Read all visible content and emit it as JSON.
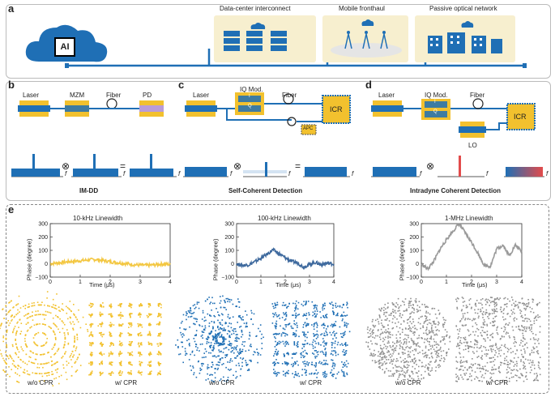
{
  "panels": {
    "a": "a",
    "b": "b",
    "c": "c",
    "d": "d",
    "e": "e"
  },
  "panel_a": {
    "cloud_label": "AI",
    "apps": [
      "Data-center interconnect",
      "Mobile fronthaul",
      "Passive optical network"
    ]
  },
  "panel_b": {
    "components": [
      "Laser",
      "MZM",
      "Fiber",
      "PD"
    ],
    "title": "IM-DD",
    "freq_symbol": "f"
  },
  "panel_c": {
    "components": [
      "Laser",
      "IQ Mod.",
      "Fiber",
      "ICR",
      "APC"
    ],
    "title": "Self-Coherent Detection",
    "freq_symbol": "f"
  },
  "panel_d": {
    "components": [
      "Laser",
      "IQ Mod.",
      "Fiber",
      "ICR",
      "LO"
    ],
    "title": "Intradyne Coherent Detection",
    "freq_symbol": "f"
  },
  "symbols": {
    "otimes": "⊗",
    "equals": "=",
    "iq_i": "I",
    "iq_q": "Q"
  },
  "colors": {
    "blue": "#1f6fb5",
    "yellow": "#f2c12e",
    "gray": "#8f8f8f",
    "red": "#e24b4b",
    "cream": "#f7efcf"
  },
  "chart_data": [
    {
      "type": "line",
      "title": "10-kHz Linewidth",
      "xlabel": "Time (μs)",
      "ylabel": "Phase (degree)",
      "xlim": [
        0,
        4
      ],
      "ylim": [
        -100,
        300
      ],
      "xticks": [
        "0",
        "1",
        "2",
        "3",
        "4"
      ],
      "yticks": [
        "300",
        "200",
        "100",
        "0",
        "−100"
      ],
      "color": "#f2c12e",
      "series": [
        {
          "x": [
            0,
            0.25,
            0.5,
            0.75,
            1,
            1.25,
            1.5,
            1.75,
            2,
            2.25,
            2.5,
            2.75,
            3,
            3.25,
            3.5,
            3.75,
            4
          ],
          "values": [
            0,
            6,
            12,
            18,
            22,
            28,
            32,
            25,
            15,
            8,
            2,
            -6,
            -10,
            -12,
            -8,
            -2,
            -5
          ]
        }
      ]
    },
    {
      "type": "line",
      "title": "100-kHz Linewidth",
      "xlabel": "Time (μs)",
      "ylabel": "Phase (degree)",
      "xlim": [
        0,
        4
      ],
      "ylim": [
        -100,
        300
      ],
      "xticks": [
        "0",
        "1",
        "2",
        "3",
        "4"
      ],
      "yticks": [
        "300",
        "200",
        "100",
        "0",
        "−100"
      ],
      "color": "#2a5a94",
      "series": [
        {
          "x": [
            0,
            0.25,
            0.5,
            0.75,
            1,
            1.25,
            1.5,
            1.75,
            2,
            2.25,
            2.5,
            2.75,
            3,
            3.25,
            3.5,
            3.75,
            4
          ],
          "values": [
            0,
            -12,
            -8,
            15,
            40,
            70,
            105,
            75,
            45,
            18,
            8,
            -25,
            -5,
            10,
            -8,
            5,
            -2
          ]
        }
      ]
    },
    {
      "type": "line",
      "title": "1-MHz Linewidth",
      "xlabel": "Time (μs)",
      "ylabel": "Phase (degree)",
      "xlim": [
        0,
        4
      ],
      "ylim": [
        -100,
        300
      ],
      "xticks": [
        "0",
        "1",
        "2",
        "3",
        "4"
      ],
      "yticks": [
        "300",
        "200",
        "100",
        "0",
        "−100"
      ],
      "color": "#8f8f8f",
      "series": [
        {
          "x": [
            0,
            0.25,
            0.5,
            0.75,
            1,
            1.25,
            1.5,
            1.75,
            2,
            2.25,
            2.5,
            2.75,
            3,
            3.25,
            3.5,
            3.75,
            4
          ],
          "values": [
            0,
            -40,
            20,
            110,
            180,
            240,
            300,
            230,
            160,
            80,
            -10,
            -20,
            110,
            140,
            60,
            140,
            90
          ]
        }
      ]
    }
  ],
  "constellations": [
    {
      "label": "w/o CPR",
      "color": "#f2c12e",
      "style": "swirl"
    },
    {
      "label": "w/ CPR",
      "color": "#f2c12e",
      "style": "grid-tight"
    },
    {
      "label": "w/o CPR",
      "color": "#1f6fb5",
      "style": "rings"
    },
    {
      "label": "w/ CPR",
      "color": "#1f6fb5",
      "style": "grid-loose"
    },
    {
      "label": "w/o CPR",
      "color": "#8f8f8f",
      "style": "disc"
    },
    {
      "label": "w/ CPR",
      "color": "#8f8f8f",
      "style": "square-blur"
    }
  ]
}
